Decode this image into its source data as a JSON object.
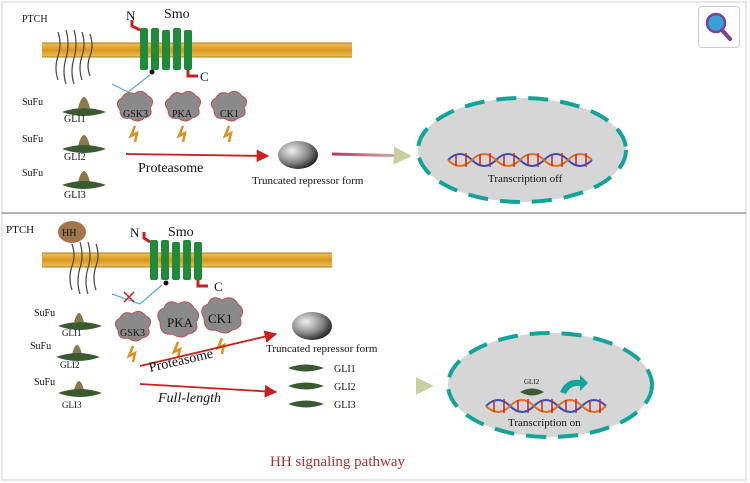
{
  "top_panel": {
    "ptch": "PTCH",
    "smo": "Smo",
    "n_term": "N",
    "c_term": "C",
    "sufu": [
      "SuFu",
      "SuFu",
      "SuFu"
    ],
    "gli": [
      "GLI1",
      "GLI2",
      "GLI3"
    ],
    "kinases": [
      "GSK3",
      "PKA",
      "CK1"
    ],
    "proteasome": "Proteasome",
    "truncated": "Truncated repressor form",
    "transcription": "Transcription off"
  },
  "bottom_panel": {
    "ptch": "PTCH",
    "hh": "HH",
    "smo": "Smo",
    "n_term": "N",
    "c_term": "C",
    "sufu": [
      "SuFu",
      "SuFu",
      "SuFu"
    ],
    "gli": [
      "GLI1",
      "GLI2",
      "GLI3"
    ],
    "kinases": [
      "GSK3",
      "PKA",
      "CK1"
    ],
    "proteasome": "Proteasome",
    "full_length": "Full-length",
    "truncated": "Truncated repressor form",
    "gli_out": [
      "GLI1",
      "GLI2",
      "GLI3"
    ],
    "nucleus_gli": "GLI2",
    "transcription": "Transcription on"
  },
  "caption": "HH signaling pathway",
  "colors": {
    "membrane": "#e0a020",
    "smo_green": "#1f8a3a",
    "nucleus_border": "#12a39a",
    "nucleus_fill": "#d6d6d6",
    "arrow_red": "#c82020",
    "hh_brown": "#a0764a",
    "caption_red": "#b03030",
    "gli_green": "#3b5a32",
    "kinase_fill": "#8a8a8a"
  },
  "zoom_button": {
    "icon": "magnifier-icon"
  }
}
